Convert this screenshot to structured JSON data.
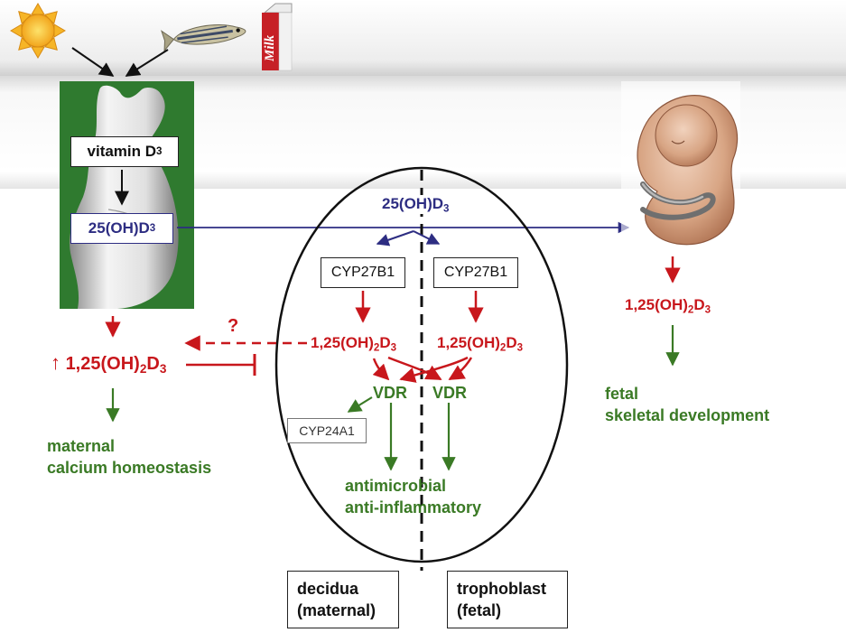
{
  "colors": {
    "red": "#c8171c",
    "green": "#3a7a25",
    "navy": "#2d2d82",
    "mother_panel": "#2f7a2f"
  },
  "icons": {
    "sources": [
      "sun-icon",
      "fish-icon",
      "milk-carton-icon"
    ],
    "milk_label": "Milk"
  },
  "mother": {
    "vitamin": {
      "text": "vitamin D",
      "sub": "3"
    },
    "hydroxy": {
      "text": "25(OH)D",
      "sub": "3"
    },
    "calcitriol": {
      "arrow": "↑",
      "pre": "1,25(OH)",
      "sub1": "2",
      "mid": "D",
      "sub2": "3"
    },
    "question": "?",
    "outcome_line1": "maternal",
    "outcome_line2": "calcium homeostasis"
  },
  "placenta": {
    "top_metabolite": {
      "text": "25(OH)D",
      "sub": "3"
    },
    "enzyme_left": "CYP27B1",
    "enzyme_right": "CYP27B1",
    "calcitriol_left": {
      "pre": "1,25(OH)",
      "sub1": "2",
      "mid": "D",
      "sub2": "3"
    },
    "calcitriol_right": {
      "pre": "1,25(OH)",
      "sub1": "2",
      "mid": "D",
      "sub2": "3"
    },
    "receptor_left": "VDR",
    "receptor_right": "VDR",
    "catabolic_enzyme": "CYP24A1",
    "effect_line1": "antimicrobial",
    "effect_line2": "anti-inflammatory"
  },
  "fetus": {
    "calcitriol": {
      "pre": "1,25(OH)",
      "sub1": "2",
      "mid": "D",
      "sub2": "3"
    },
    "outcome_line1": "fetal",
    "outcome_line2": "skeletal development"
  },
  "legend": {
    "left_line1": "decidua",
    "left_line2": "(maternal)",
    "right_line1": "trophoblast",
    "right_line2": "(fetal)"
  }
}
